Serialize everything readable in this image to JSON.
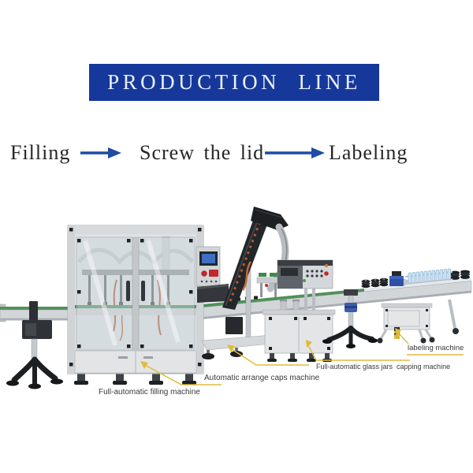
{
  "banner": {
    "title": "PRODUCTION LINE",
    "bg_color": "#16389b",
    "text_color": "#e9f1fa"
  },
  "flow": {
    "steps": [
      {
        "label": "Filling"
      },
      {
        "label": "Screw the lid"
      },
      {
        "label": "Labeling"
      }
    ],
    "arrow_color": "#1e4ba4"
  },
  "diagram": {
    "machine_labels": [
      {
        "text": "Full-automatic filling machine"
      },
      {
        "text": "Automatic arrange caps machine"
      },
      {
        "text": "Full-automatic glass jars  capping machine"
      },
      {
        "text": "labeling machine"
      }
    ],
    "leader_color": "#e0bb3a"
  }
}
